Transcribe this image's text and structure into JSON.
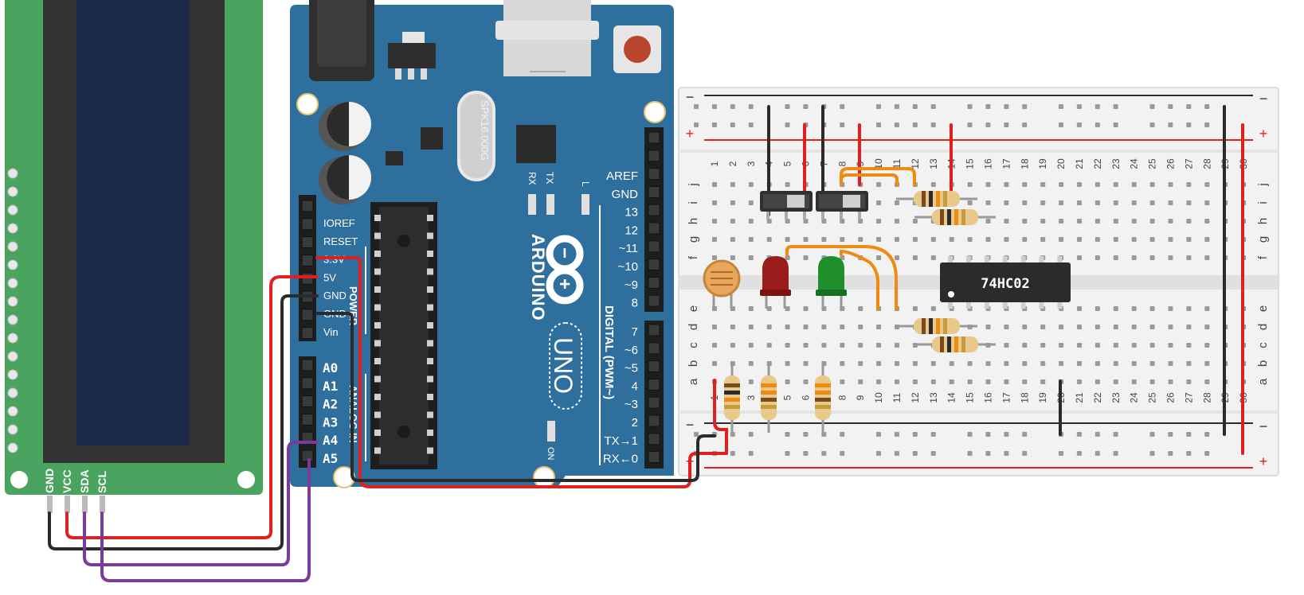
{
  "colors": {
    "lcd_board": "#4aa35f",
    "lcd_screen": "#1b2a4a",
    "arduino": "#2e6f9e",
    "wire_red": "#e02020",
    "wire_black": "#2b2b2b",
    "wire_purple": "#7a3b9a",
    "wire_orange": "#ef8b12",
    "breadboard": "#f2f2f2"
  },
  "lcd": {
    "pins": [
      "GND",
      "VCC",
      "SDA",
      "SCL"
    ]
  },
  "arduino": {
    "brand": "ARDUINO",
    "model": "UNO",
    "crystal": "SPK16.000G",
    "power_label": "POWER",
    "analog_label": "ANALOG IN",
    "digital_label": "DIGITAL (PWM~)",
    "on_label": "ON",
    "rx_label": "RX",
    "tx_label": "TX",
    "l_label": "L",
    "power_pins": [
      "IOREF",
      "RESET",
      "3.3V",
      "5V",
      "GND",
      "GND",
      "Vin"
    ],
    "analog_pins": [
      "A0",
      "A1",
      "A2",
      "A3",
      "A4",
      "A5"
    ],
    "digital_top": [
      "AREF",
      "GND",
      "13",
      "12",
      "~11",
      "~10",
      "~9",
      "8"
    ],
    "digital_bottom": [
      "7",
      "~6",
      "~5",
      "4",
      "~3",
      "2",
      "TX→1",
      "RX←0"
    ]
  },
  "breadboard": {
    "rows_top": [
      "j",
      "i",
      "h",
      "g",
      "f"
    ],
    "rows_bottom": [
      "e",
      "d",
      "c",
      "b",
      "a"
    ],
    "columns": [
      "1",
      "2",
      "3",
      "4",
      "5",
      "6",
      "7",
      "8",
      "9",
      "10",
      "11",
      "12",
      "13",
      "14",
      "15",
      "16",
      "17",
      "18",
      "19",
      "20",
      "21",
      "22",
      "23",
      "24",
      "25",
      "26",
      "27",
      "28",
      "29",
      "30"
    ],
    "rail_minus": "−",
    "rail_plus": "+"
  },
  "chip": {
    "label": "74HC02"
  },
  "components": [
    "photoresistor",
    "red-led",
    "green-led",
    "slide-switch-1",
    "slide-switch-2",
    "resistor-x7",
    "74HC02"
  ]
}
